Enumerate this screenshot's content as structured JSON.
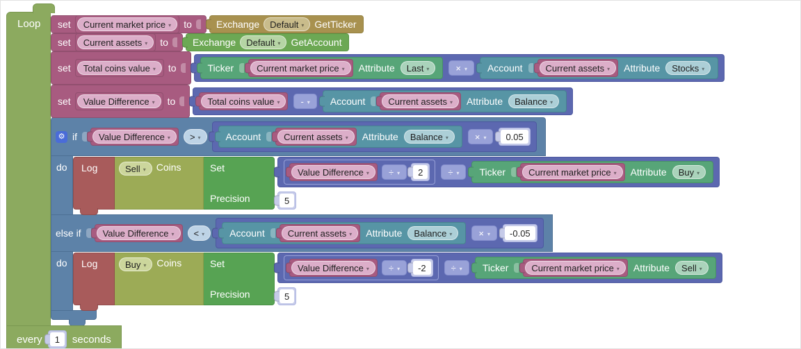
{
  "labels": {
    "loop": "Loop",
    "set": "set",
    "to": "to",
    "if": "if",
    "else_if": "else if",
    "do": "do",
    "log": "Log",
    "coins": "Coins",
    "set_input": "Set",
    "precision": "Precision",
    "ticker": "Ticker",
    "account": "Account",
    "attribute": "Attribute",
    "exchange": "Exchange",
    "get_ticker": "GetTicker",
    "get_account": "GetAccount",
    "every": "every",
    "seconds": "seconds"
  },
  "variables": {
    "market_price": "Current market price",
    "assets": "Current assets",
    "total_value": "Total coins value",
    "difference": "Value Difference"
  },
  "options": {
    "default": "Default",
    "last": "Last",
    "stocks": "Stocks",
    "balance": "Balance",
    "buy": "Buy",
    "sell": "Sell"
  },
  "operators": {
    "multiply": "×",
    "subtract": "-",
    "divide": "÷",
    "greater": ">",
    "less": "<"
  },
  "numbers": {
    "pos_threshold": "0.05",
    "neg_threshold": "-0.05",
    "divisor_pos": "2",
    "divisor_neg": "-2",
    "precision": "5",
    "interval": "1"
  },
  "icons": {
    "gear": "⚙",
    "dropdown_arrow": "▾"
  },
  "colors": {
    "loop_green": "#8caa5f",
    "variable_magenta": "#a85b80",
    "math_blue": "#5c68b0",
    "logic_blue": "#5d82a8",
    "ticker_green": "#57a578",
    "account_teal": "#5795a5",
    "exchange_khaki": "#a8914f",
    "exchange_green": "#6ca854",
    "log_red": "#a85b5b",
    "coins_olive": "#9cab56",
    "set_green": "#57a353",
    "mutator_icon_blue": "#4a6cd8"
  }
}
